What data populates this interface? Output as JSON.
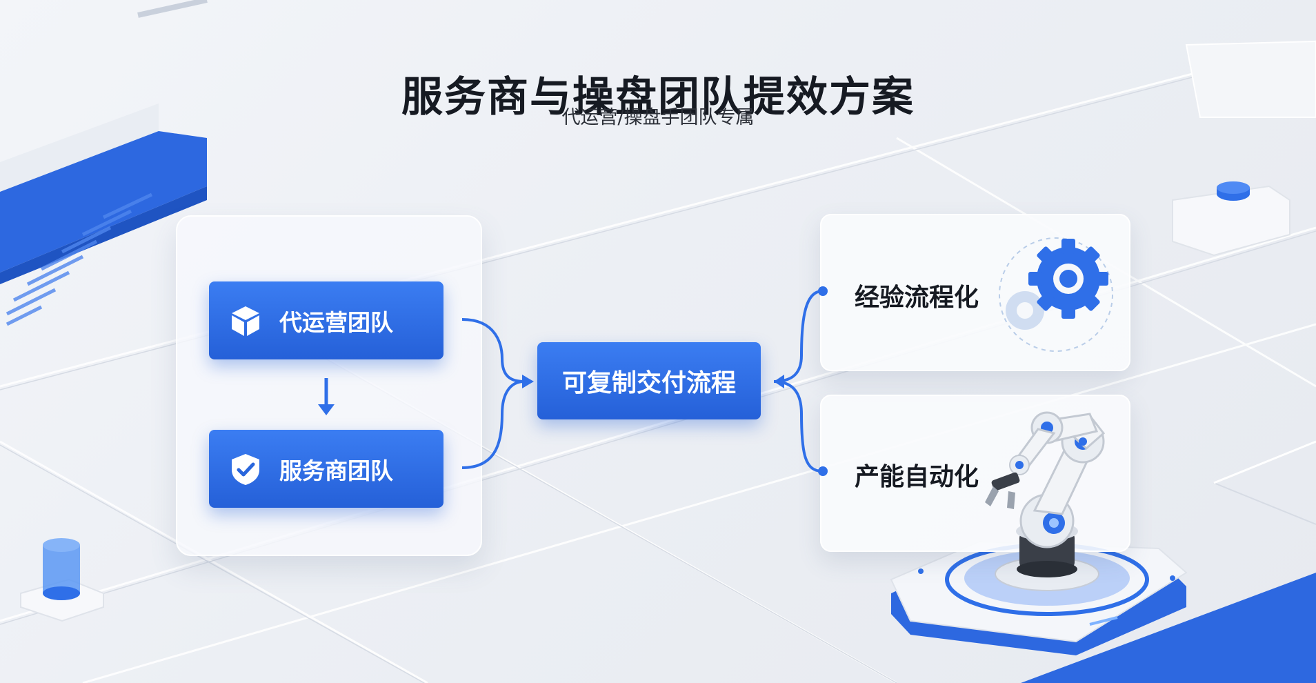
{
  "title": "服务商与操盘团队提效方案",
  "subtitle": "代运营/操盘手团队专属",
  "inputs": [
    {
      "label": "代运营团队",
      "icon": "cube-icon"
    },
    {
      "label": "服务商团队",
      "icon": "shield-check-icon"
    }
  ],
  "center": {
    "label": "可复制交付流程"
  },
  "outputs": [
    {
      "label": "经验流程化",
      "icon": "gear-icon"
    },
    {
      "label": "产能自动化",
      "icon": "robot-arm-icon"
    }
  ],
  "colors": {
    "accent": "#2f6fe8",
    "accent_dark": "#2560d8",
    "text": "#161a22"
  }
}
